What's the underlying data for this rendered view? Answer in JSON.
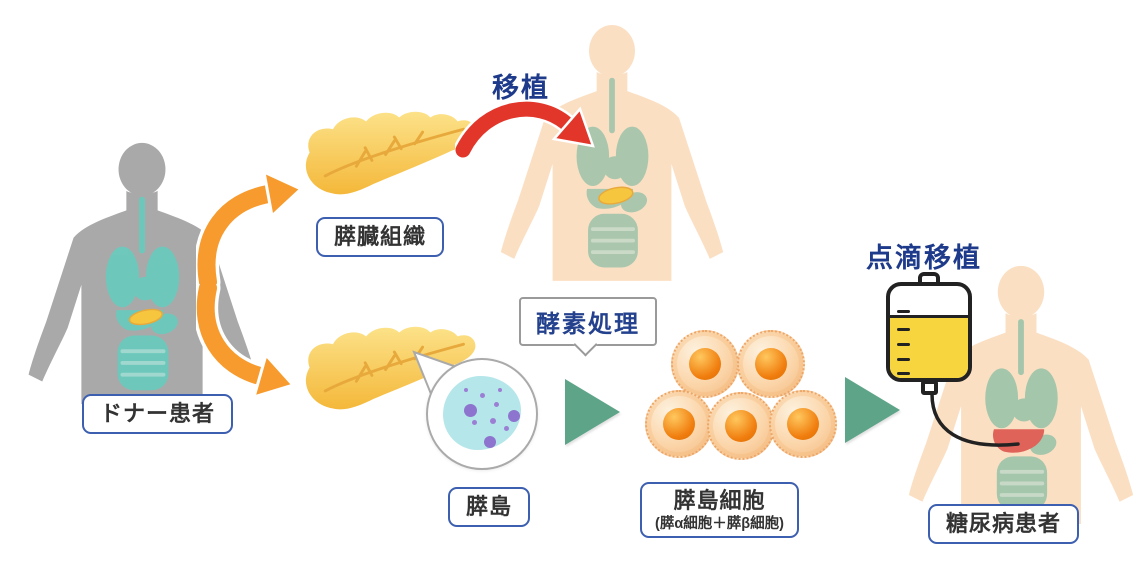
{
  "diagram": {
    "labels": {
      "donor_patient": "ドナー患者",
      "pancreas_tissue": "膵臓組織",
      "transplant": "移植",
      "islet": "膵島",
      "enzyme_treatment": "酵素処理",
      "islet_cells_title": "膵島細胞",
      "islet_cells_sub": "(膵α細胞＋膵β細胞)",
      "iv_transplant": "点滴移植",
      "diabetic_patient": "糖尿病患者"
    },
    "colors": {
      "label_border": "#3d5fb0",
      "label_text": "#333333",
      "accent_text": "#1e3a8a",
      "orange_arrow": "#f79b2e",
      "red_arrow": "#e2362b",
      "green_triangle": "#5ea489",
      "pancreas_light": "#fce289",
      "pancreas_dark": "#f4b83a",
      "donor_body": "#a9a9a9",
      "donor_organs": "#5fd0c0",
      "recipient_body": "#fbdfc3",
      "recipient_organs": "#8fc0a6",
      "liver_red": "#e0635a",
      "cell_body": "#fbd5a9",
      "cell_nucleus": "#f07d0e",
      "islet_blob": "#b5e6ea",
      "islet_dot": "#9b7fd4",
      "iv_liquid": "#f6d53f"
    }
  }
}
